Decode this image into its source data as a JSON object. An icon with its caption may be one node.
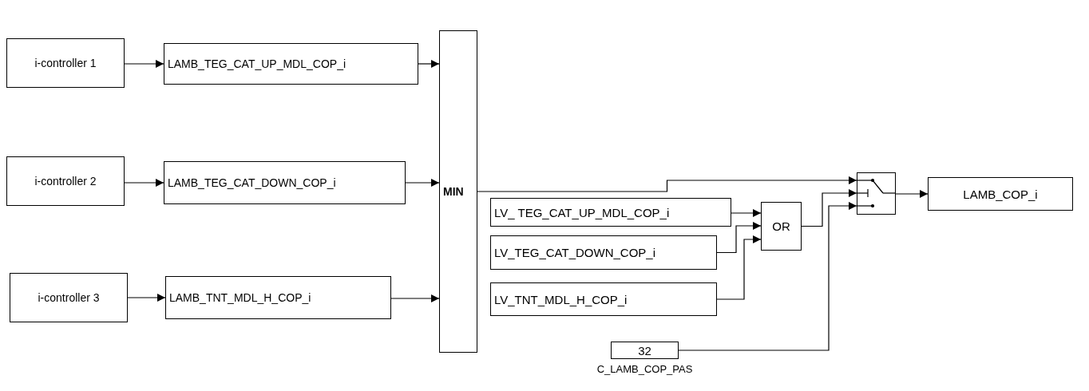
{
  "diagram": {
    "nodes": [
      {
        "text": [
          "i-controller 1"
        ]
      },
      {
        "text": [
          "LAMB_TEG_CAT_UP_MDL_COP_i"
        ]
      },
      {
        "text": [
          "i-controller 2"
        ]
      },
      {
        "text": [
          "LAMB_TEG_CAT_DOWN_COP_i"
        ]
      },
      {
        "text": [
          "i-controller 3"
        ]
      },
      {
        "text": [
          "LAMB_TNT_MDL_H_COP_i"
        ]
      },
      {
        "text": [
          "MIN"
        ]
      },
      {
        "text": [
          "LV_ TEG_CAT_UP_MDL_COP_i"
        ]
      },
      {
        "text": [
          "LV_TEG_CAT_DOWN_COP_i"
        ]
      },
      {
        "text": [
          "LV_TNT_MDL_H_COP_i"
        ]
      },
      {
        "text": [
          "OR"
        ]
      },
      {
        "text": [],
        "shape": "box"
      },
      {
        "text": [
          "LAMB_COP_i"
        ]
      },
      {
        "text": [
          "32"
        ],
        "beside": [
          "C_LAMB_COP_PAS"
        ]
      }
    ],
    "edges": [
      {
        "from": 0,
        "to": 1,
        "arrow": "to"
      },
      {
        "from": 1,
        "to": 6,
        "arrow": "to"
      },
      {
        "from": 2,
        "to": 3,
        "arrow": "to"
      },
      {
        "from": 3,
        "to": 6,
        "arrow": "to"
      },
      {
        "from": 4,
        "to": 5,
        "arrow": "to"
      },
      {
        "from": 5,
        "to": 6,
        "arrow": "to"
      },
      {
        "from": 6,
        "to": 11,
        "arrow": "to"
      },
      {
        "from": 7,
        "to": 10,
        "arrow": "to"
      },
      {
        "from": 8,
        "to": 10,
        "arrow": "to"
      },
      {
        "from": 9,
        "to": 10,
        "arrow": "to"
      },
      {
        "from": 10,
        "to": 11,
        "arrow": "to"
      },
      {
        "from": 13,
        "to": 11,
        "arrow": "to"
      },
      {
        "from": 11,
        "to": 12,
        "arrow": "to"
      }
    ]
  }
}
